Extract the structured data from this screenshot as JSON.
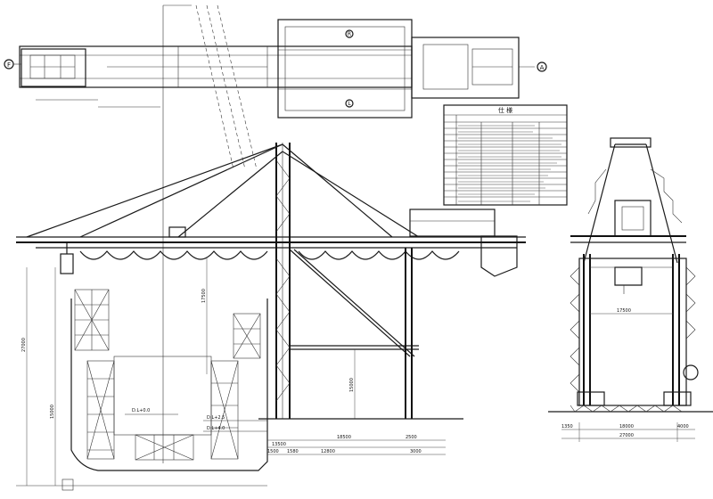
{
  "plan_view": {
    "marker_left": "F",
    "marker_right": "A",
    "marker_top": "R",
    "marker_bottom": "L"
  },
  "table": {
    "title": "仕 様"
  },
  "side_view": {
    "dims_bottom": [
      "13500",
      "1500",
      "1580",
      "18500",
      "2500",
      "12800",
      "3000"
    ],
    "dims_left": [
      "27000",
      "15000"
    ],
    "dims_top": [
      "17500",
      "15000"
    ],
    "labels": {
      "dl_1": "D.L+0.0",
      "dl_2": "D.L+2.5",
      "dl_3": "D.L+4.0"
    }
  },
  "end_view": {
    "dims_bottom": [
      "1350",
      "18000",
      "4000",
      "27000"
    ],
    "dim_inner": "17500"
  }
}
